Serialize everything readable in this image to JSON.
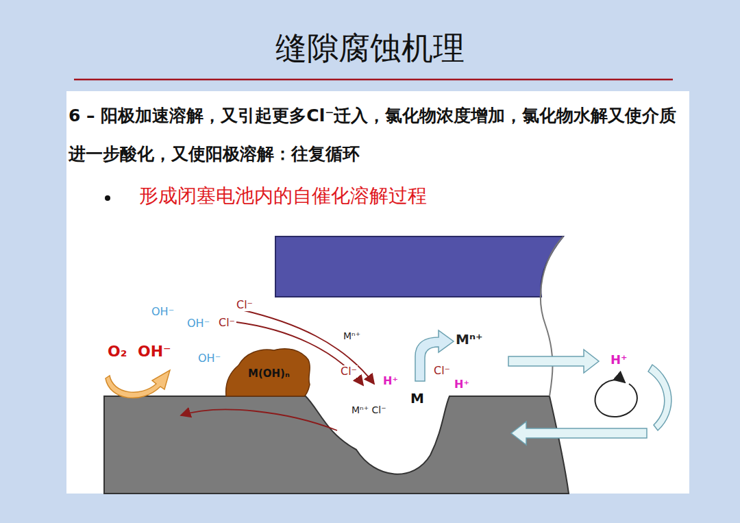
{
  "diagram": {
    "title": "缝隙腐蚀机理",
    "nodes": [
      {
        "text": [
          "M(OH)ₙ"
        ]
      }
    ],
    "labels": [
      "6 – 阳极加速溶解，又引起更多Cl⁻迁入，氯化物浓度增加，氯化物水解又使介质进一步酸化，又使阳极溶解：往复循环",
      "形成闭塞电池内的自催化溶解过程",
      "OH⁻",
      "OH⁻",
      "Cl⁻",
      "Cl⁻",
      "OH⁻",
      "O₂",
      "OH⁻",
      "Mⁿ⁺",
      "Cl⁻",
      "H⁺",
      "Mⁿ⁺",
      "Cl⁻",
      "H⁺",
      "M",
      "Mⁿ⁺ Cl⁻",
      "H⁺"
    ]
  }
}
